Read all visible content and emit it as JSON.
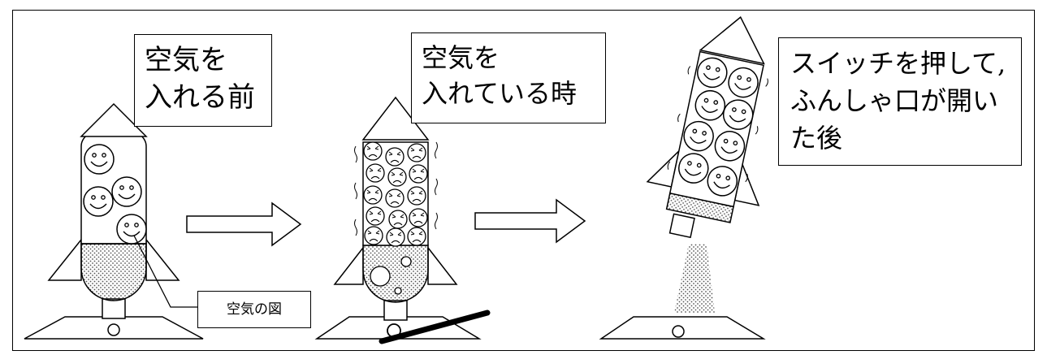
{
  "labels": {
    "before_line1": "空気を",
    "before_line2": "入れる前",
    "during_line1": "空気を",
    "during_line2": "入れている時",
    "after_line1": "スイッチを押して,",
    "after_line2": "ふんしゃ口が開い",
    "after_line3": "た後",
    "air_legend": "空気の図"
  },
  "icons": [
    "smiling-face-icon",
    "frowning-face-icon",
    "right-arrow-icon",
    "pump-handle-icon"
  ]
}
